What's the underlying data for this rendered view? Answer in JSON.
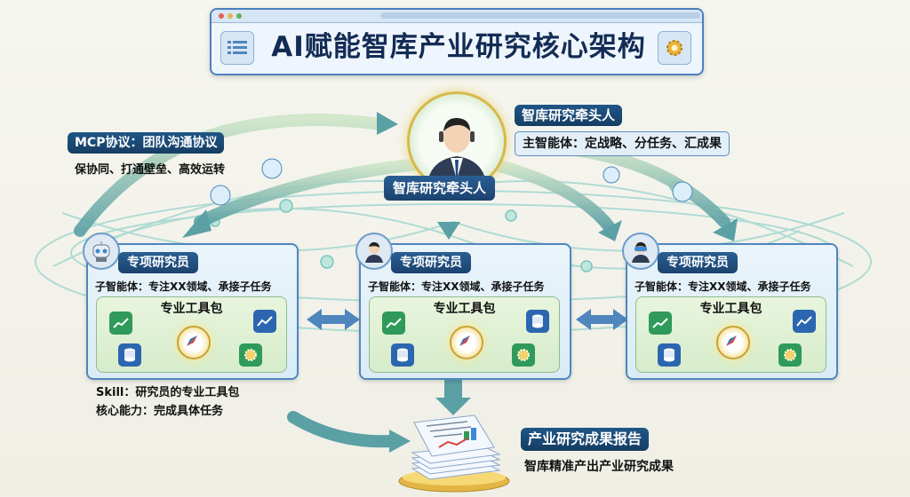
{
  "title": "AI赋能智库产业研究核心架构",
  "leader": {
    "caption": "智库研究牵头人",
    "name_tag": "智库研究牵头人",
    "role": "主智能体：定战略、分任务、汇成果"
  },
  "mcp": {
    "label": "MCP协议：团队沟通协议",
    "desc": "保协同、打通壁垒、高效运转"
  },
  "researchers": [
    {
      "title": "专项研究员",
      "sub": "子智能体：专注XX领域、承接子任务",
      "toolbox": "专业工具包",
      "avatar": "robot-avatar-icon"
    },
    {
      "title": "专项研究员",
      "sub": "子智能体：专注XX领域、承接子任务",
      "toolbox": "专业工具包",
      "avatar": "researcher-avatar-icon"
    },
    {
      "title": "专项研究员",
      "sub": "子智能体：专注XX领域、承接子任务",
      "toolbox": "专业工具包",
      "avatar": "vr-researcher-avatar-icon"
    }
  ],
  "skill": {
    "line1": "Skill：研究员的专业工具包",
    "line2": "核心能力：完成具体任务"
  },
  "report": {
    "label": "产业研究成果报告",
    "desc": "智库精准产出产业研究成果"
  },
  "colors": {
    "navy": "#1b426e",
    "panel_border": "#4f86bd",
    "arrow": "#5aa0a4",
    "gold": "#e9c75a"
  }
}
